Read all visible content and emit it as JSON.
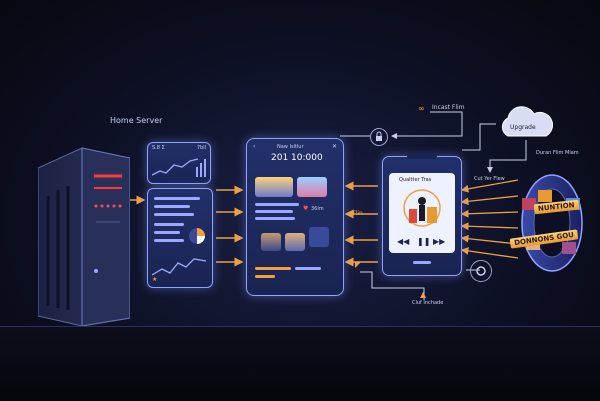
{
  "labels": {
    "home_server": "Home Server",
    "upgrade": "Upgrade",
    "incast_film": "Incast Flim",
    "duran_film": "Duran Flim Miam",
    "cut_ver_flow": "Cut Yer Flew",
    "cluf_include": "Cluf Inchade",
    "tablet_title": "Naw Isitlur",
    "tablet_time": "201 10:000",
    "tablet_stat": "36im",
    "phone_title": "Qualtter Tras",
    "side_tag": "Tlin",
    "reel_banner_top": "NUNTION",
    "reel_banner_bottom": "DONNONS GOU",
    "chart_header": "S.8 Σ",
    "chart_value": "7bll"
  },
  "colors": {
    "accent_blue": "#8fa2ff",
    "accent_orange": "#f0a040",
    "server_red": "#ff3a3a",
    "background": "#0a0b16"
  },
  "icons": [
    "lock-icon",
    "cloud-icon",
    "play-icon",
    "pause-icon",
    "rewind-icon",
    "fast-forward-icon",
    "gear-icon",
    "heart-icon",
    "star-icon",
    "pie-chart-icon",
    "close-icon",
    "arrow-up-icon"
  ]
}
